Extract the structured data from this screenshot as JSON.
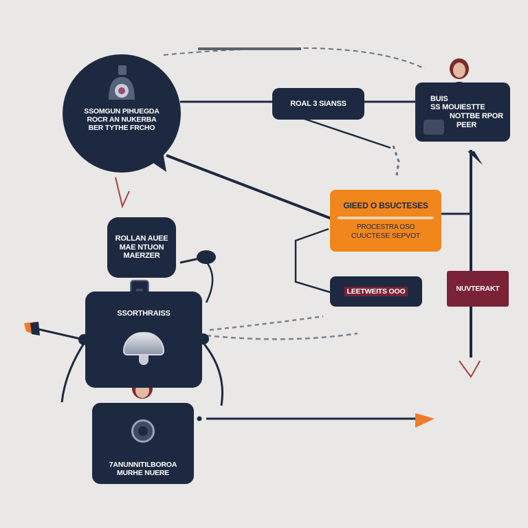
{
  "nodes": {
    "bubble": {
      "line1": "SSOMGUN PIHUEGDA",
      "line2": "ROCR AN NUKERBA",
      "line3": "BER TYTHE FRCHO"
    },
    "top_center": {
      "label": "ROAL 3 SIANSS"
    },
    "top_right": {
      "line1": "BUIS",
      "line2": "SS MOUIESTTE",
      "line3": "NOTTBE RPOR",
      "line4": "PEER"
    },
    "orange": {
      "title": "GIEED O BSUCTESES",
      "line1": "PROCESTRA OSO",
      "line2": "CUUCTESE SEPVOT"
    },
    "mid_dark": {
      "label": "LEETWEITS OOO"
    },
    "maroon": {
      "label": "NUVTERAKT"
    },
    "left_small": {
      "line1": "ROLLAN AUEE",
      "line2": "MAE NTUON",
      "line3": "MAERZER"
    },
    "left_large": {
      "label": "SSORTHRAISS"
    },
    "bottom_left": {
      "line1": "7ANUNNITILBOROA",
      "line2": "MURHE NUERE"
    }
  },
  "colors": {
    "navy": "#1d2940",
    "orange": "#f0861c",
    "maroon": "#7a2236",
    "background": "#e9e8e6",
    "arrow_accent": "#f07a2a",
    "arrow_red": "#a8413a"
  }
}
